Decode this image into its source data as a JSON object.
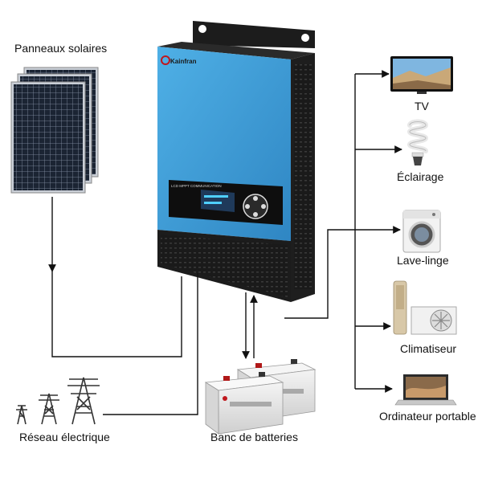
{
  "brand": {
    "logo_text": "Kainfran"
  },
  "inverter": {
    "panel_title": "LCD MPPT COMMUNICATION"
  },
  "sources": {
    "solar_panels": "Panneaux solaires",
    "grid": "Réseau électrique",
    "battery_bank": "Banc de batteries"
  },
  "loads": [
    {
      "label": "TV",
      "icon": "tv-icon"
    },
    {
      "label": "Éclairage",
      "icon": "light-bulb-icon"
    },
    {
      "label": "Lave-linge",
      "icon": "washing-machine-icon"
    },
    {
      "label": "Climatiseur",
      "icon": "air-conditioner-icon"
    },
    {
      "label": "Ordinateur portable",
      "icon": "laptop-icon"
    }
  ],
  "colors": {
    "inverter_blue": "#3a9ad6",
    "inverter_dark": "#1a1a1a",
    "solar_cell": "#1b2433",
    "battery": "#e8e8e8",
    "line": "#111111"
  }
}
